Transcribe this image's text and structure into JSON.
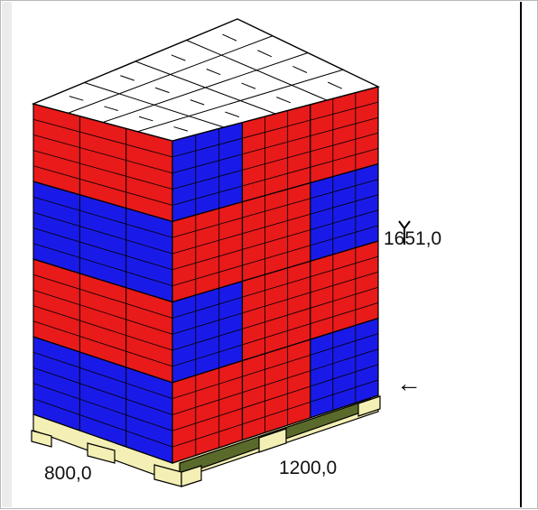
{
  "viewer": {
    "dimensions": {
      "height": "1651,0",
      "width": "800,0",
      "length": "1200,0"
    },
    "pointer_glyph": "←",
    "colors": {
      "carton_red": "#e81a1a",
      "carton_blue": "#1a1ae8",
      "carton_top": "#ffffff",
      "pallet_wood": "#f4efb4",
      "pallet_dark": "#5a6a2a",
      "outline": "#000000",
      "background": "#ffffff"
    },
    "pallet_pattern": {
      "front_face_layers_bottom_to_top": [
        "blue",
        "red",
        "blue",
        "red"
      ],
      "side_face_layers_bottom_to_top": [
        [
          "red",
          "red",
          "blue"
        ],
        [
          "blue",
          "red",
          "red"
        ],
        [
          "red",
          "red",
          "blue"
        ],
        [
          "blue",
          "red",
          "red"
        ]
      ]
    }
  }
}
